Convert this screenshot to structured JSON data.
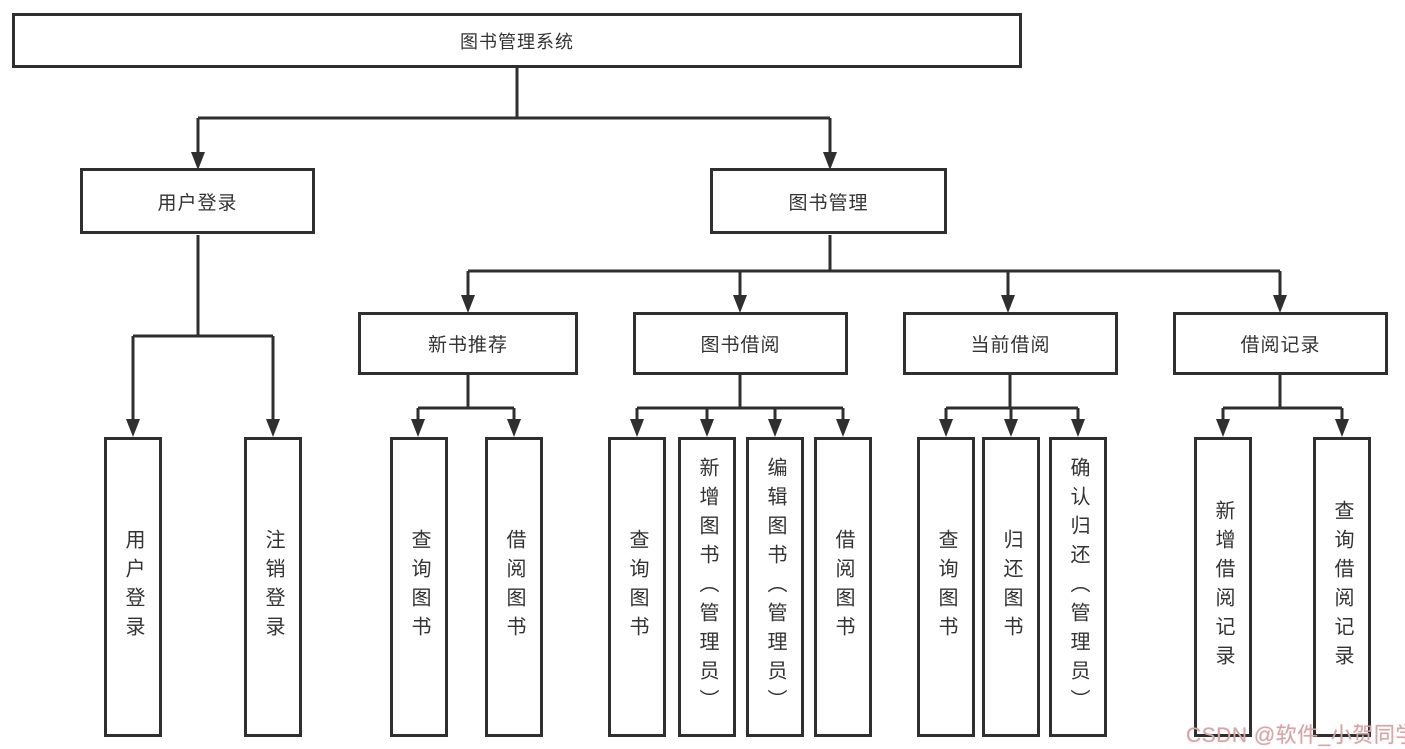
{
  "diagram_type": "hierarchy-tree",
  "tree": {
    "label": "图书管理系统",
    "children": [
      {
        "label": "用户登录",
        "children": [
          {
            "label": "用户登录"
          },
          {
            "label": "注销登录"
          }
        ]
      },
      {
        "label": "图书管理",
        "children": [
          {
            "label": "新书推荐",
            "children": [
              {
                "label": "查询图书"
              },
              {
                "label": "借阅图书"
              }
            ]
          },
          {
            "label": "图书借阅",
            "children": [
              {
                "label": "查询图书"
              },
              {
                "label": "新增图书（管理员）"
              },
              {
                "label": "编辑图书（管理员）"
              },
              {
                "label": "借阅图书"
              }
            ]
          },
          {
            "label": "当前借阅",
            "children": [
              {
                "label": "查询图书"
              },
              {
                "label": "归还图书"
              },
              {
                "label": "确认归还（管理员）"
              }
            ]
          },
          {
            "label": "借阅记录",
            "children": [
              {
                "label": "新增借阅记录"
              },
              {
                "label": "查询借阅记录"
              }
            ]
          }
        ]
      }
    ]
  },
  "watermark": {
    "text": "CSDN @软件_小贺同学"
  },
  "colors": {
    "line": "#2f2f2f",
    "box_border": "#2f2f2f",
    "text": "#333333",
    "background": "#ffffff",
    "watermark": "#dca5a5"
  }
}
